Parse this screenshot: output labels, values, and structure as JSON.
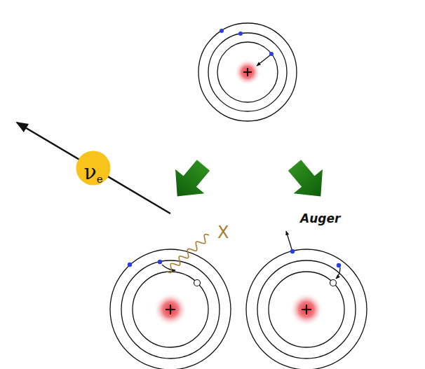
{
  "diagram": {
    "nodes": [
      {
        "text": [
          "νe"
        ]
      }
    ],
    "labels": [
      "X",
      "Auger"
    ]
  }
}
